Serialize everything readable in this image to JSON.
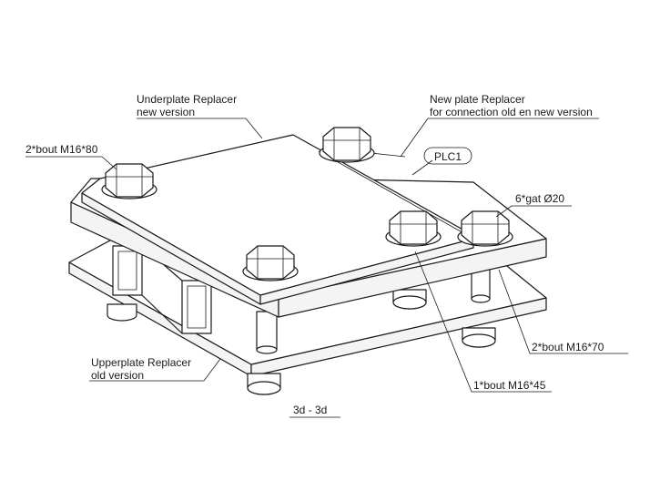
{
  "labels": {
    "underplate_line1": "Underplate Replacer",
    "underplate_line2": "new version",
    "newplate_line1": "New plate Replacer",
    "newplate_line2": "for connection old en new version",
    "bolt_80": "2*bout M16*80",
    "plc": "PLC1",
    "holes": "6*gat Ø20",
    "upperplate_line1": "Upperplate Replacer",
    "upperplate_line2": "old version",
    "bolt_70": "2*bout M16*70",
    "bolt_45": "1*bout M16*45",
    "section": "3d -  3d"
  }
}
